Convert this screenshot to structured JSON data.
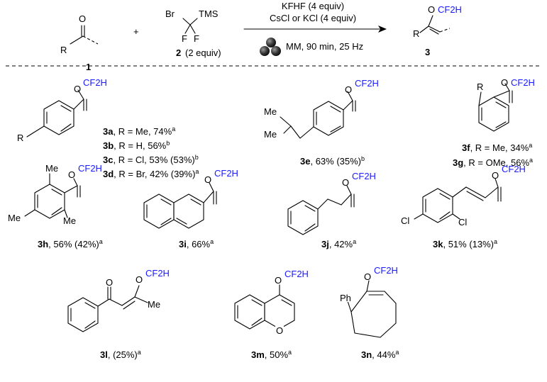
{
  "reaction": {
    "reactant1_label": "1",
    "reactant1_atoms": {
      "o": "O",
      "r": "R"
    },
    "plus": "+",
    "reactant2_label": "2",
    "reactant2_equiv": "(2 equiv)",
    "reactant2_atoms": {
      "br": "Br",
      "tms": "TMS",
      "f": "F"
    },
    "conditions_line1": "KFHF (4 equiv)",
    "conditions_line2": "CsCl or KCl (4 equiv)",
    "conditions_line3": "MM, 90 min, 25 Hz",
    "product_label": "3",
    "product_atoms": {
      "o": "O",
      "cf2h": "CF2H",
      "r": "R"
    }
  },
  "atoms": {
    "O": "O",
    "CF2H": "CF2H",
    "R": "R",
    "Me": "Me",
    "Cl": "Cl",
    "Ph": "Ph"
  },
  "products": {
    "3a": {
      "id": "3a",
      "text": ", R = Me, 74%",
      "sup": "a"
    },
    "3b": {
      "id": "3b",
      "text": ", R = H, 56%",
      "sup": "b"
    },
    "3c": {
      "id": "3c",
      "text": ", R = Cl, 53% (53%)",
      "sup": "b"
    },
    "3d": {
      "id": "3d",
      "text": ", R = Br, 42% (39%)",
      "sup": "a"
    },
    "3e": {
      "id": "3e",
      "text": ", 63% (35%)",
      "sup": "b"
    },
    "3f": {
      "id": "3f",
      "text": ", R = Me, 34%",
      "sup": "a"
    },
    "3g": {
      "id": "3g",
      "text": ", R = OMe, 56%",
      "sup": "a"
    },
    "3h": {
      "id": "3h",
      "text": ", 56% (42%)",
      "sup": "a"
    },
    "3i": {
      "id": "3i",
      "text": ", 66%",
      "sup": "a"
    },
    "3j": {
      "id": "3j",
      "text": ", 42%",
      "sup": "a"
    },
    "3k": {
      "id": "3k",
      "text": ", 51% (13%)",
      "sup": "a"
    },
    "3l": {
      "id": "3l",
      "text": ", (25%)",
      "sup": "a"
    },
    "3m": {
      "id": "3m",
      "text": ", 50%",
      "sup": "a"
    },
    "3n": {
      "id": "3n",
      "text": ", 44%",
      "sup": "a"
    }
  },
  "colors": {
    "cf2h": "#1a1aff",
    "ink": "#000000",
    "milling_ball": "#3a3a3a"
  },
  "icons": {
    "milling_balls": "ball-mill-icon"
  }
}
